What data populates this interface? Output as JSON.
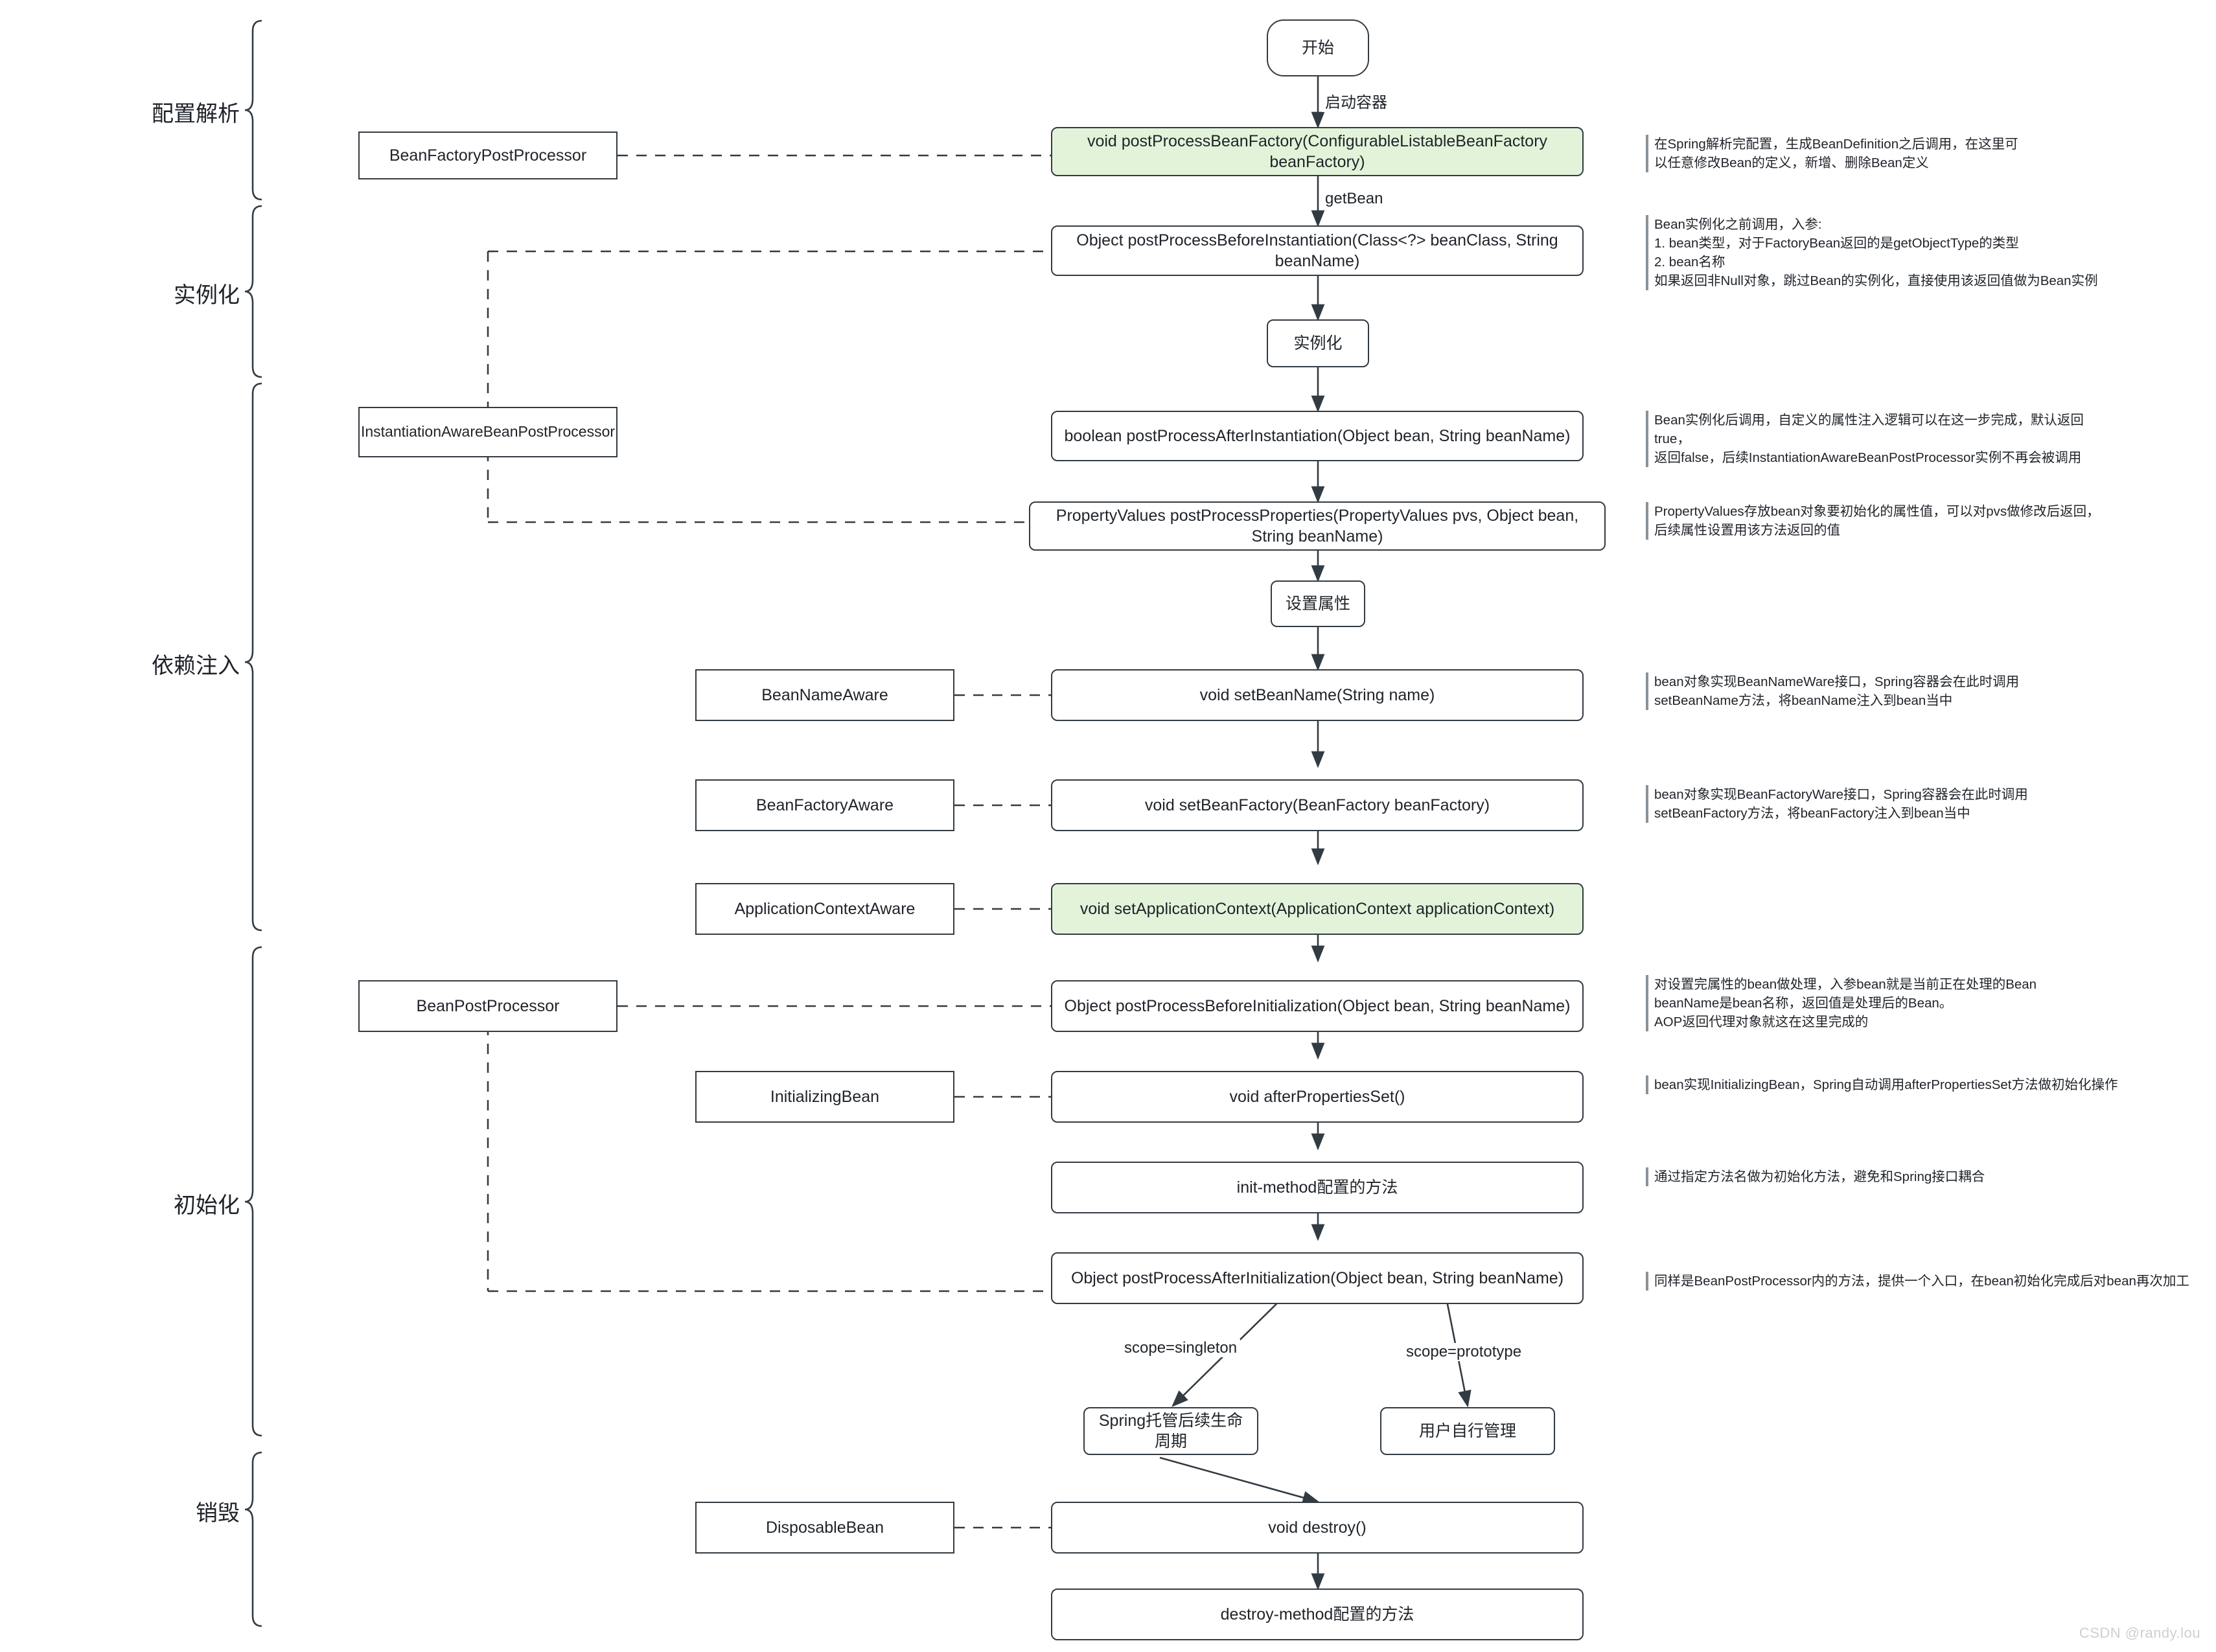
{
  "diagram": {
    "title": "Spring Bean Lifecycle",
    "accent_green": "#e3f3da",
    "stroke": "#333b42"
  },
  "sections": [
    {
      "label": "配置解析"
    },
    {
      "label": "实例化"
    },
    {
      "label": "依赖注入"
    },
    {
      "label": "初始化"
    },
    {
      "label": "销毁"
    }
  ],
  "interfaces": [
    {
      "label": "BeanFactoryPostProcessor"
    },
    {
      "label": "InstantiationAwareBeanPostProcessor"
    },
    {
      "label": "BeanNameAware"
    },
    {
      "label": "BeanFactoryAware"
    },
    {
      "label": "ApplicationContextAware"
    },
    {
      "label": "BeanPostProcessor"
    },
    {
      "label": "InitializingBean"
    },
    {
      "label": "DisposableBean"
    }
  ],
  "flow": {
    "start": "开始",
    "steps": [
      {
        "label": "void postProcessBeanFactory(ConfigurableListableBeanFactory beanFactory)",
        "highlight": true
      },
      {
        "label": "Object postProcessBeforeInstantiation(Class<?> beanClass, String beanName)",
        "highlight": false
      },
      {
        "label": "实例化",
        "highlight": false
      },
      {
        "label": "boolean postProcessAfterInstantiation(Object bean, String beanName)",
        "highlight": false
      },
      {
        "label": "PropertyValues postProcessProperties(PropertyValues pvs, Object bean, String beanName)",
        "highlight": false
      },
      {
        "label": "设置属性",
        "highlight": false
      },
      {
        "label": "void setBeanName(String name)",
        "highlight": false
      },
      {
        "label": "void setBeanFactory(BeanFactory beanFactory)",
        "highlight": false
      },
      {
        "label": "void setApplicationContext(ApplicationContext applicationContext)",
        "highlight": true
      },
      {
        "label": "Object postProcessBeforeInitialization(Object bean, String beanName)",
        "highlight": false
      },
      {
        "label": "void afterPropertiesSet()",
        "highlight": false
      },
      {
        "label": "init-method配置的方法",
        "highlight": false
      },
      {
        "label": "Object postProcessAfterInitialization(Object bean, String beanName)",
        "highlight": false
      },
      {
        "label": "Spring托管后续生命周期",
        "highlight": false
      },
      {
        "label": "用户自行管理",
        "highlight": false
      },
      {
        "label": "void destroy()",
        "highlight": false
      },
      {
        "label": "destroy-method配置的方法",
        "highlight": false
      }
    ]
  },
  "edge_labels": {
    "start_to_bfpp": "启动容器",
    "bfpp_to_before_inst": "getBean",
    "scope_singleton": "scope=singleton",
    "scope_prototype": "scope=prototype"
  },
  "notes": [
    {
      "text": "在Spring解析完配置，生成BeanDefinition之后调用，在这里可\n以任意修改Bean的定义，新增、删除Bean定义"
    },
    {
      "text": "Bean实例化之前调用，入参:\n1. bean类型，对于FactoryBean返回的是getObjectType的类型\n2. bean名称\n如果返回非Null对象，跳过Bean的实例化，直接使用该返回值做为Bean实例"
    },
    {
      "text": "Bean实例化后调用，自定义的属性注入逻辑可以在这一步完成，默认返回true，\n返回false，后续InstantiationAwareBeanPostProcessor实例不再会被调用"
    },
    {
      "text": "PropertyValues存放bean对象要初始化的属性值，可以对pvs做修改后返回，\n后续属性设置用该方法返回的值"
    },
    {
      "text": "bean对象实现BeanNameWare接口，Spring容器会在此时调用\nsetBeanName方法，将beanName注入到bean当中"
    },
    {
      "text": "bean对象实现BeanFactoryWare接口，Spring容器会在此时调用\nsetBeanFactory方法，将beanFactory注入到bean当中"
    },
    {
      "text": "对设置完属性的bean做处理，入参bean就是当前正在处理的Bean\nbeanName是bean名称，返回值是处理后的Bean。\nAOP返回代理对象就这在这里完成的"
    },
    {
      "text": "bean实现InitializingBean，Spring自动调用afterPropertiesSet方法做初始化操作"
    },
    {
      "text": "通过指定方法名做为初始化方法，避免和Spring接口耦合"
    },
    {
      "text": "同样是BeanPostProcessor内的方法，提供一个入口，在bean初始化完成后对bean再次加工"
    }
  ],
  "watermark": "CSDN @randy.lou"
}
